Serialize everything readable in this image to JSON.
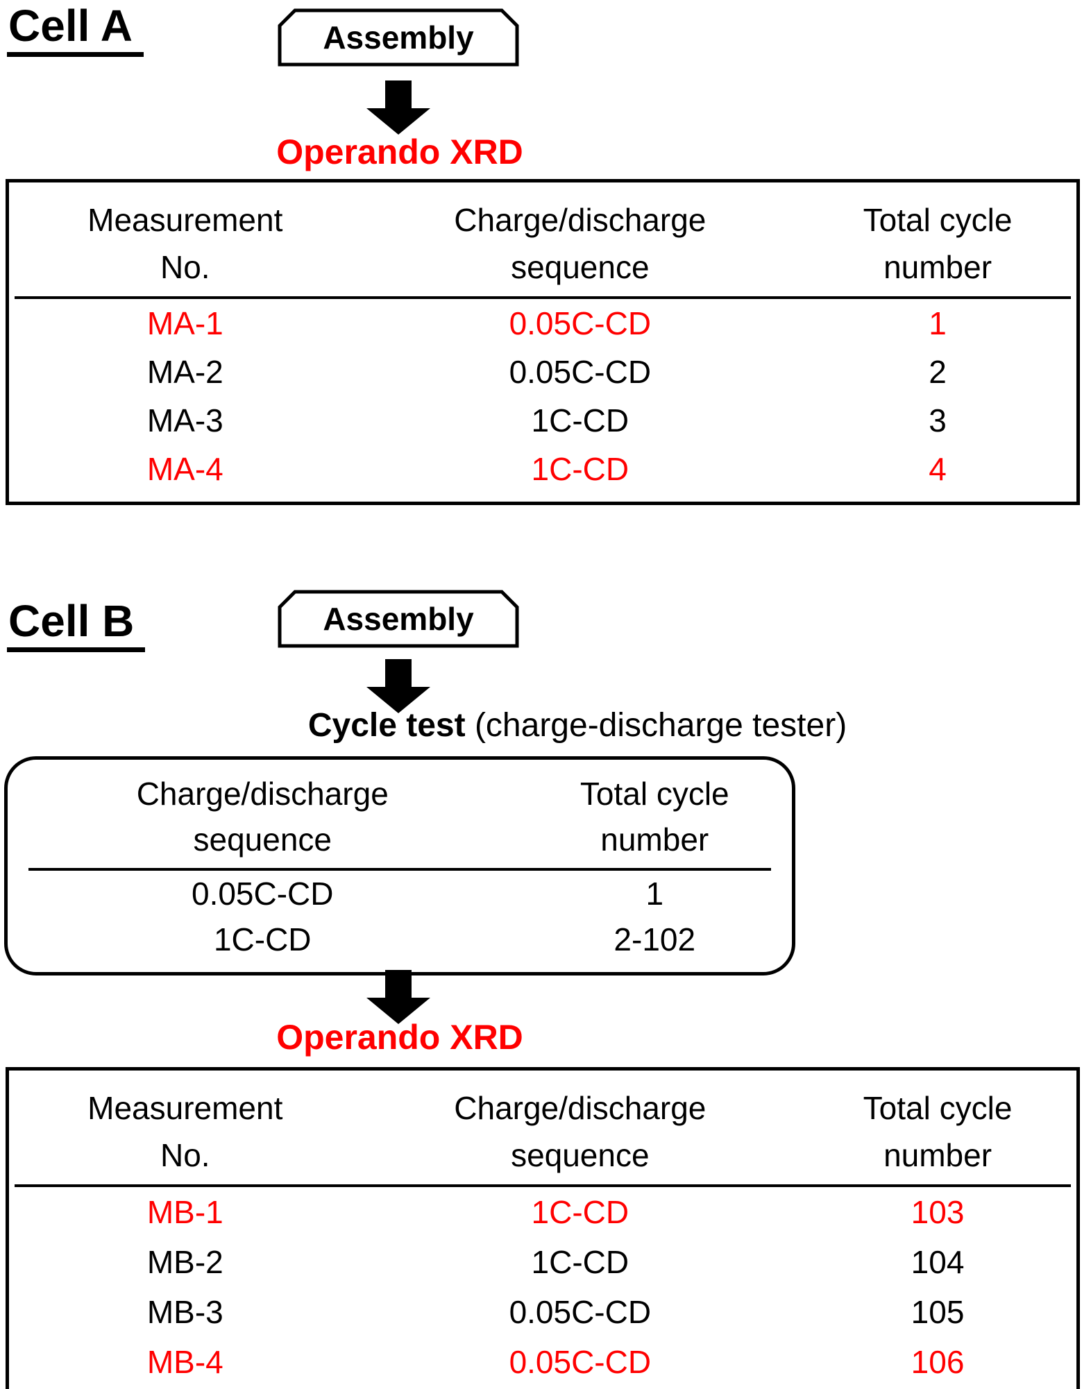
{
  "colors": {
    "highlight_red": "#FF0000",
    "ink": "#000000",
    "background": "#FFFFFF"
  },
  "cell_a": {
    "heading": "Cell A",
    "assembly_label": "Assembly",
    "xrd_label": "Operando XRD",
    "table": {
      "headers": {
        "measurement": [
          "Measurement",
          "No."
        ],
        "sequence": [
          "Charge/discharge",
          "sequence"
        ],
        "cycles": [
          "Total cycle",
          "number"
        ]
      },
      "rows": [
        {
          "no": "MA-1",
          "sequence": "0.05C-CD",
          "cycles": "1",
          "highlight": true
        },
        {
          "no": "MA-2",
          "sequence": "0.05C-CD",
          "cycles": "2",
          "highlight": false
        },
        {
          "no": "MA-3",
          "sequence": "1C-CD",
          "cycles": "3",
          "highlight": false
        },
        {
          "no": "MA-4",
          "sequence": "1C-CD",
          "cycles": "4",
          "highlight": true
        }
      ]
    }
  },
  "cell_b": {
    "heading": "Cell B",
    "assembly_label": "Assembly",
    "cycle_test": {
      "bold": "Cycle test",
      "rest": " (charge-discharge tester)"
    },
    "cycle_table": {
      "headers": {
        "sequence": [
          "Charge/discharge",
          "sequence"
        ],
        "cycles": [
          "Total cycle",
          "number"
        ]
      },
      "rows": [
        {
          "sequence": "0.05C-CD",
          "cycles": "1",
          "highlight": false
        },
        {
          "sequence": "1C-CD",
          "cycles": "2-102",
          "highlight": false
        }
      ]
    },
    "xrd_label": "Operando XRD",
    "table": {
      "headers": {
        "measurement": [
          "Measurement",
          "No."
        ],
        "sequence": [
          "Charge/discharge",
          "sequence"
        ],
        "cycles": [
          "Total cycle",
          "number"
        ]
      },
      "rows": [
        {
          "no": "MB-1",
          "sequence": "1C-CD",
          "cycles": "103",
          "highlight": true
        },
        {
          "no": "MB-2",
          "sequence": "1C-CD",
          "cycles": "104",
          "highlight": false
        },
        {
          "no": "MB-3",
          "sequence": "0.05C-CD",
          "cycles": "105",
          "highlight": false
        },
        {
          "no": "MB-4",
          "sequence": "0.05C-CD",
          "cycles": "106",
          "highlight": true
        }
      ]
    }
  }
}
